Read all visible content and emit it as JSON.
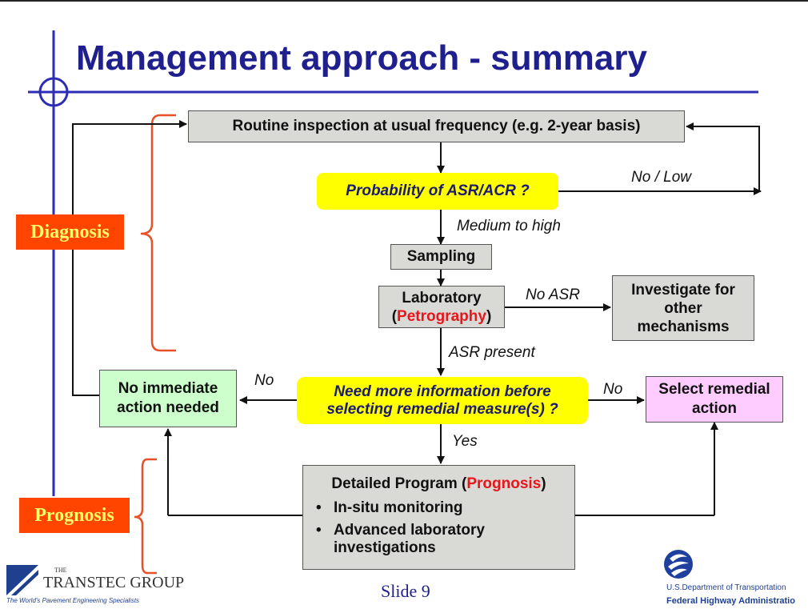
{
  "slide": {
    "title": "Management approach - summary",
    "slide_number": "Slide 9",
    "colors": {
      "title": "#1f1f8e",
      "rule": "#2c2cb4",
      "tag": "#ff4500",
      "brace": "#e8502a",
      "highlight": "#e8151b"
    }
  },
  "flow": {
    "routine": "Routine inspection at usual frequency (e.g. 2-year basis)",
    "probability": "Probability of ASR/ACR ?",
    "no_low": "No / Low",
    "medium_high": "Medium to high",
    "sampling": "Sampling",
    "lab_line1": "Laboratory",
    "lab_open": "(",
    "lab_petro": "Petrography",
    "lab_close": ")",
    "no_asr": "No ASR",
    "investigate": "Investigate for other mechanisms",
    "asr_present": "ASR present",
    "need_more_1": "Need more information before",
    "need_more_2": "selecting remedial measure(s) ?",
    "no_left": "No",
    "no_right": "No",
    "no_action": "No immediate action needed",
    "select_remedial": "Select remedial action",
    "yes": "Yes",
    "detailed_prefix": "Detailed Program (",
    "detailed_prognosis": "Prognosis",
    "detailed_suffix": ")",
    "bullet_mark": "•",
    "bullet1": "In-situ monitoring",
    "bullet2": "Advanced laboratory investigations"
  },
  "tags": {
    "diagnosis": "Diagnosis",
    "prognosis": "Prognosis"
  },
  "footer": {
    "transtec_the": "THE",
    "transtec_name": "TRANSTEC GROUP",
    "transtec_tagline": "The World's Pavement Engineering Specialists",
    "dot_line": "U.S.Department of Transportation",
    "fhwa_line": "Federal Highway Administratio"
  }
}
